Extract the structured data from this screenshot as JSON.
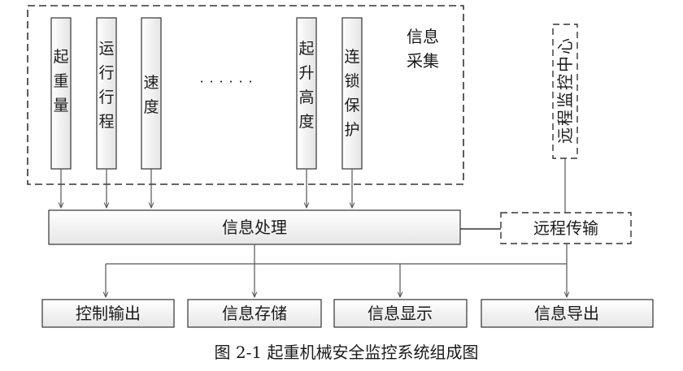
{
  "diagram": {
    "collect_group_label": [
      "信息",
      "采集"
    ],
    "sensors": [
      {
        "chars": [
          "起",
          "重",
          "量"
        ]
      },
      {
        "chars": [
          "运",
          "行",
          "行",
          "程"
        ]
      },
      {
        "chars": [
          "速",
          "度"
        ]
      },
      {
        "chars": [
          "·",
          "·",
          "·",
          "·",
          "·",
          "·"
        ]
      },
      {
        "chars": [
          "起",
          "升",
          "高",
          "度"
        ]
      },
      {
        "chars": [
          "连",
          "锁",
          "保",
          "护"
        ]
      }
    ],
    "remote_center": [
      "远",
      "程",
      "监",
      "控",
      "中",
      "心"
    ],
    "processing": "信息处理",
    "remote_transfer": "远程传输",
    "outputs": [
      "控制输出",
      "信息存储",
      "信息显示",
      "信息导出"
    ],
    "caption": "图 2-1  起重机械安全监控系统组成图"
  }
}
